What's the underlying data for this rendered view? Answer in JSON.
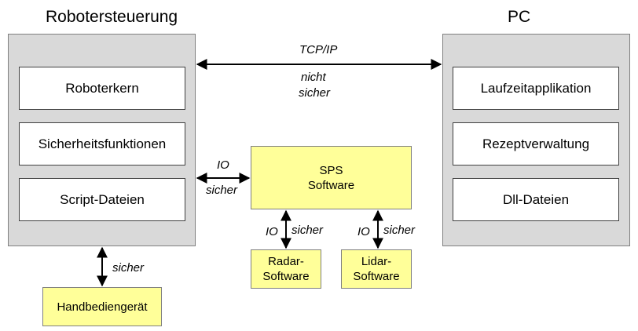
{
  "robot": {
    "title": "Robotersteuerung",
    "modules": [
      "Roboterkern",
      "Sicherheitsfunktionen",
      "Script-Dateien"
    ]
  },
  "pc": {
    "title": "PC",
    "modules": [
      "Laufzeitapplikation",
      "Rezeptverwaltung",
      "Dll-Dateien"
    ]
  },
  "sps": {
    "line1": "SPS",
    "line2": "Software"
  },
  "radar": {
    "line1": "Radar-",
    "line2": "Software"
  },
  "lidar": {
    "line1": "Lidar-",
    "line2": "Software"
  },
  "handgeraet": {
    "label": "Handbediengerät"
  },
  "links": {
    "tcp": {
      "protocol": "TCP/IP",
      "safety_line1": "nicht",
      "safety_line2": "sicher"
    },
    "robot_sps": {
      "protocol": "IO",
      "safety": "sicher"
    },
    "sps_radar": {
      "protocol": "IO",
      "safety": "sicher"
    },
    "sps_lidar": {
      "protocol": "IO",
      "safety": "sicher"
    },
    "robot_hand": {
      "safety": "sicher"
    }
  }
}
